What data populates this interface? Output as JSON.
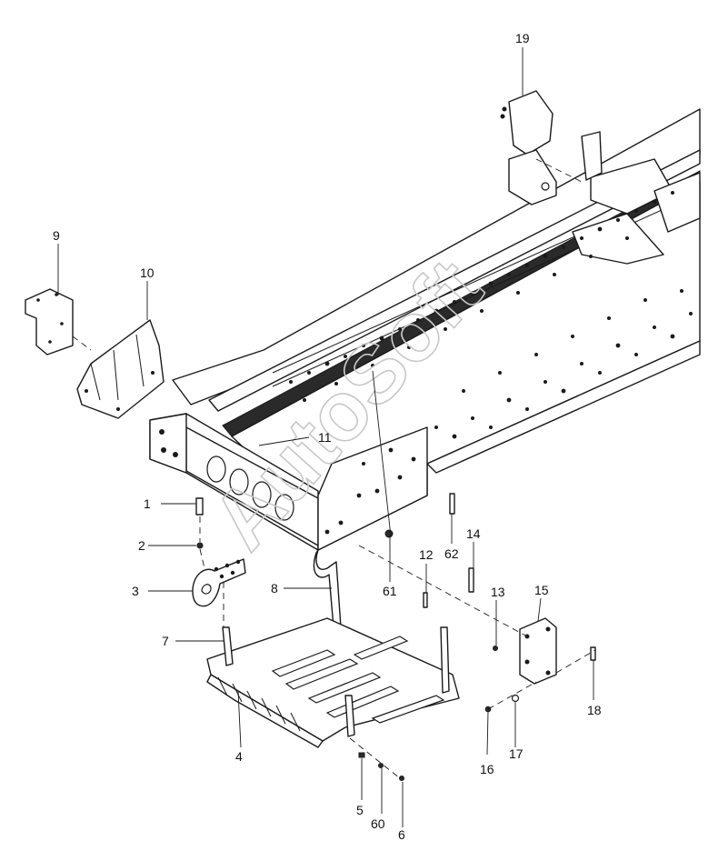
{
  "watermark": "AutoSoft",
  "callouts": [
    {
      "id": "c1",
      "text": "1"
    },
    {
      "id": "c2",
      "text": "2"
    },
    {
      "id": "c3",
      "text": "3"
    },
    {
      "id": "c4",
      "text": "4"
    },
    {
      "id": "c5",
      "text": "5"
    },
    {
      "id": "c6",
      "text": "6"
    },
    {
      "id": "c7",
      "text": "7"
    },
    {
      "id": "c8",
      "text": "8"
    },
    {
      "id": "c9",
      "text": "9"
    },
    {
      "id": "c10",
      "text": "10"
    },
    {
      "id": "c11",
      "text": "11"
    },
    {
      "id": "c12",
      "text": "12"
    },
    {
      "id": "c13",
      "text": "13"
    },
    {
      "id": "c14",
      "text": "14"
    },
    {
      "id": "c15",
      "text": "15"
    },
    {
      "id": "c16",
      "text": "16"
    },
    {
      "id": "c17",
      "text": "17"
    },
    {
      "id": "c18",
      "text": "18"
    },
    {
      "id": "c19",
      "text": "19"
    },
    {
      "id": "c60",
      "text": "60"
    },
    {
      "id": "c61",
      "text": "61"
    },
    {
      "id": "c62",
      "text": "62"
    }
  ]
}
